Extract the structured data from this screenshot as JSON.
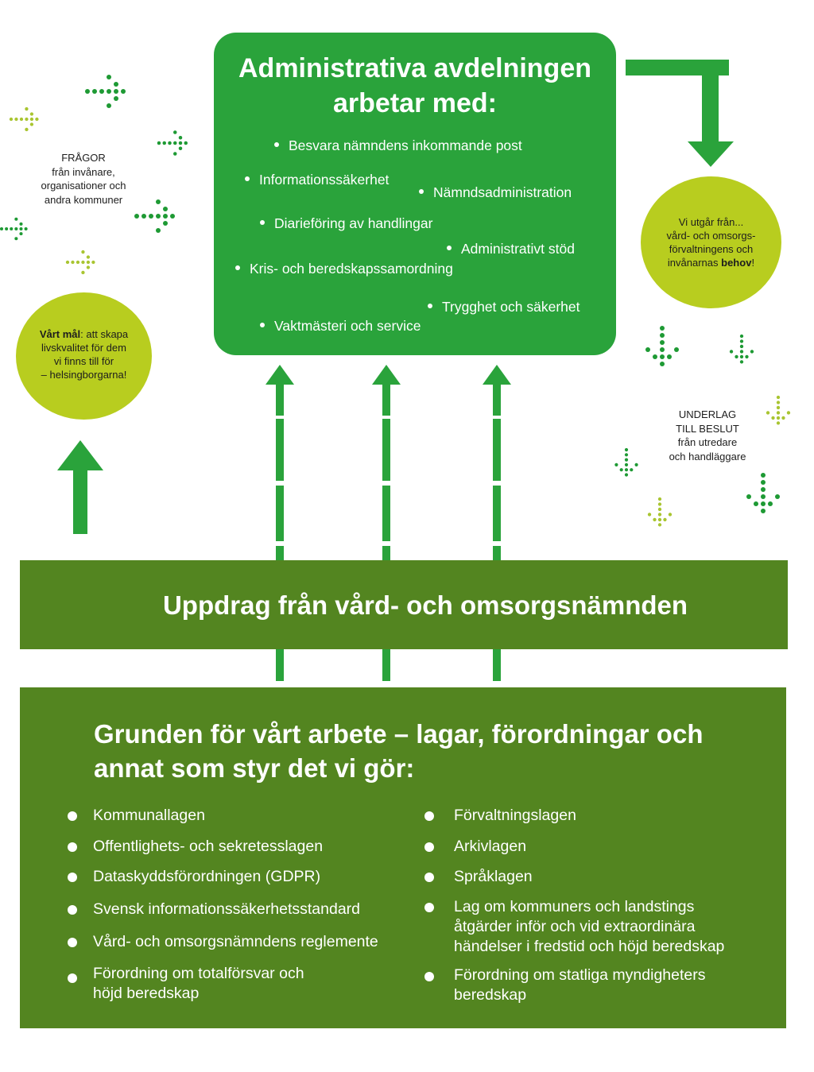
{
  "admin": {
    "title_line1": "Administrativa avdelningen",
    "title_line2": "arbetar med:",
    "tasks": [
      "Besvara nämndens inkommande post",
      "Informationssäkerhet",
      "Nämndsadministration",
      "Diarieföring av handlingar",
      "Administrativt stöd",
      "Kris- och beredskapssamordning",
      "Trygghet och säkerhet",
      "Vaktmästeri och service"
    ]
  },
  "questions": {
    "line1": "FRÅGOR",
    "line2": "från invånare,",
    "line3": "organisationer och",
    "line4": "andra kommuner"
  },
  "goal": {
    "strong": "Vårt mål",
    "line1_rest": ": att skapa",
    "line2": "livskvalitet för dem",
    "line3": "vi finns till för",
    "line4": "– helsingborgarna!"
  },
  "needs": {
    "line1": "Vi utgår från...",
    "line2": "vård- och omsorgs-",
    "line3": "förvaltningens och",
    "line4_pre": "invånarnas ",
    "line4_strong": "behov",
    "line4_post": "!"
  },
  "basis": {
    "line1": "UNDERLAG",
    "line2": "TILL BESLUT",
    "line3": "från utredare",
    "line4": "och handläggare"
  },
  "mission": {
    "text": "Uppdrag från vård- och omsorgsnämnden"
  },
  "foundation": {
    "title_line1": "Grunden för vårt arbete – lagar, förordningar och",
    "title_line2": "annat som styr det vi gör:",
    "left": [
      "Kommunallagen",
      "Offentlighets- och sekretesslagen",
      "Dataskyddsförordningen (GDPR)",
      "Svensk informationssäkerhetsstandard",
      "Vård- och omsorgsnämndens reglemente",
      "Förordning om totalförsvar och",
      "höjd beredskap"
    ],
    "right": [
      "Förvaltningslagen",
      "Arkivlagen",
      "Språklagen",
      "Lag om kommuners och landstings",
      "åtgärder inför och vid extraordinära",
      "händelser i fredstid och höjd beredskap",
      "Förordning om statliga myndigheters",
      "beredskap"
    ]
  },
  "colors": {
    "admin_green": "#2aa33b",
    "dark_green": "#538520",
    "lime": "#b8cd1f",
    "dot_green": "#1e9a34",
    "dot_lime": "#a9c531"
  }
}
